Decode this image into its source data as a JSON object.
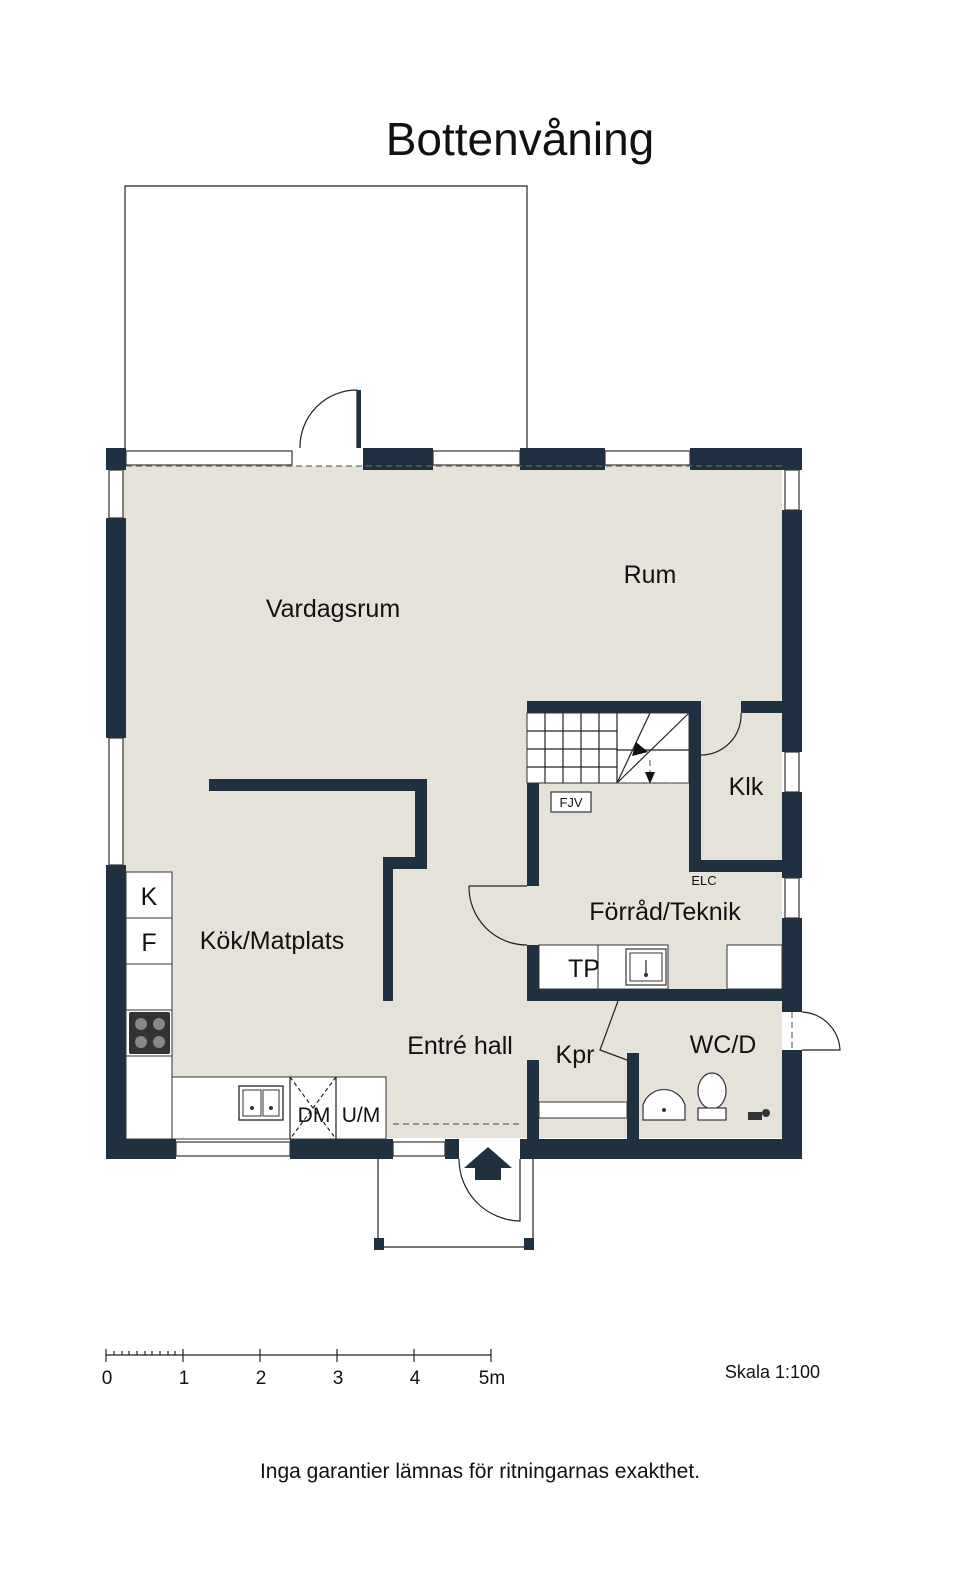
{
  "title": "Bottenvåning",
  "rooms": {
    "vardagsrum": "Vardagsrum",
    "rum": "Rum",
    "klk": "Klk",
    "forrad": "Förråd/Teknik",
    "kok": "Kök/Matplats",
    "entre": "Entré hall",
    "kpr": "Kpr",
    "wc": "WC/D"
  },
  "fixtures": {
    "fjv": "FJV",
    "elc": "ELC",
    "tp": "TP",
    "k": "K",
    "f": "F",
    "dm": "DM",
    "um": "U/M"
  },
  "scale_bar": {
    "ticks": [
      "0",
      "1",
      "2",
      "3",
      "4",
      "5m"
    ],
    "label": "Skala 1:100"
  },
  "disclaimer": "Inga garantier lämnas för ritningarnas exakthet.",
  "colors": {
    "wall": "#1f3040",
    "floor": "#e5e2da"
  }
}
